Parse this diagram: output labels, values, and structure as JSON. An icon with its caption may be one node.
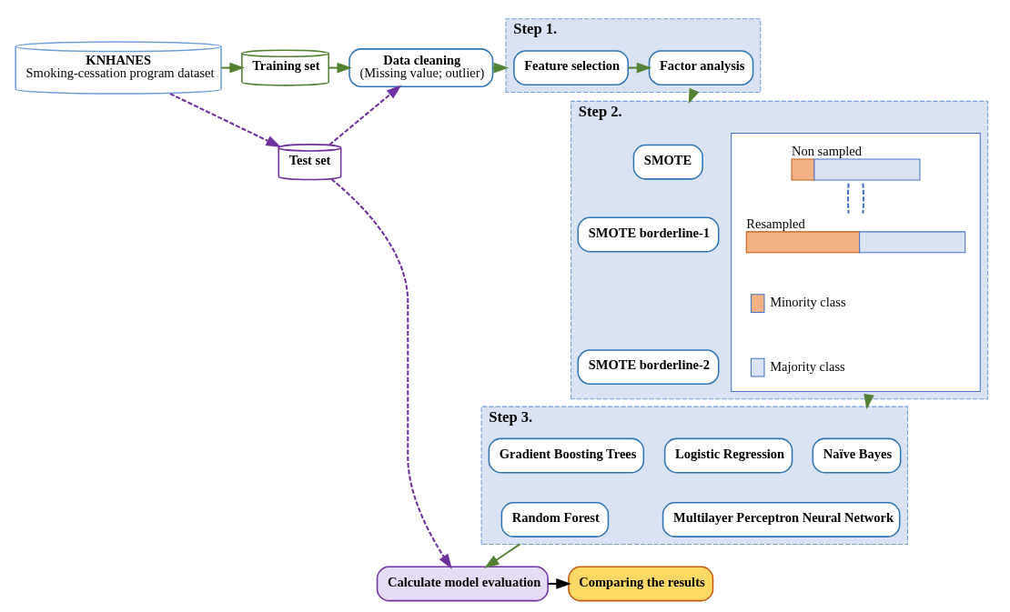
{
  "diagram": {
    "nodes": [
      {
        "text": [
          "KNHANES",
          "Smoking-cessation program dataset"
        ]
      },
      {
        "text": [
          "Training set"
        ]
      },
      {
        "text": [
          "Test set"
        ]
      },
      {
        "text": [
          "Data cleaning",
          "(Missing value; outlier)"
        ]
      },
      {
        "text": [
          "Step 1."
        ]
      },
      {
        "text": [
          "Feature selection"
        ],
        "in": 4
      },
      {
        "text": [
          "Factor analysis"
        ],
        "in": 4
      },
      {
        "text": [
          "Step 2."
        ]
      },
      {
        "text": [
          "SMOTE"
        ],
        "in": 7
      },
      {
        "text": [
          "SMOTE borderline-1"
        ],
        "in": 7
      },
      {
        "text": [
          "SMOTE borderline-2"
        ],
        "in": 7
      },
      {
        "text": [],
        "shape": "box",
        "in": 7
      },
      {
        "text": [],
        "shape": "bar",
        "in": 11,
        "beside": [
          "Non sampled"
        ]
      },
      {
        "text": [],
        "shape": "bar",
        "in": 11,
        "beside": [
          "Resampled"
        ]
      },
      {
        "text": [
          "Step 3."
        ]
      },
      {
        "text": [
          "Naïve Bayes"
        ],
        "in": 14
      },
      {
        "text": [
          "Logistic Regression"
        ],
        "in": 14
      },
      {
        "text": [
          "Gradient Boosting Trees"
        ],
        "in": 14
      },
      {
        "text": [
          "Multilayer Perceptron Neural Network"
        ],
        "in": 14
      },
      {
        "text": [
          "Random Forest"
        ],
        "in": 14
      },
      {
        "text": [
          "Calculate model evaluation"
        ]
      },
      {
        "text": [
          "Comparing the results"
        ]
      }
    ],
    "edges": [
      {
        "from": 0,
        "to": 1,
        "arrow": "to"
      },
      {
        "from": 0,
        "to": 2,
        "arrow": "to",
        "style": "dashed",
        "color": "#7030a0"
      },
      {
        "from": 1,
        "to": 3,
        "arrow": "to"
      },
      {
        "from": 2,
        "to": 3,
        "arrow": "to",
        "style": "dashed",
        "color": "#7030a0"
      },
      {
        "from": 3,
        "to": 4,
        "arrow": "to"
      },
      {
        "from": 5,
        "to": 6,
        "arrow": "to"
      },
      {
        "from": 4,
        "to": 7,
        "arrow": "to"
      },
      {
        "from": 12,
        "to": 13,
        "arrow": "none",
        "style": "dashed",
        "color": "#4472c4"
      },
      {
        "from": 12,
        "to": 13,
        "arrow": "none",
        "style": "dashed",
        "color": "#4472c4"
      },
      {
        "from": 7,
        "to": 14,
        "arrow": "to"
      },
      {
        "from": 14,
        "to": 20,
        "arrow": "to"
      },
      {
        "from": 2,
        "to": 20,
        "arrow": "to",
        "style": "dashed",
        "color": "#7030a0"
      },
      {
        "from": 20,
        "to": 21,
        "arrow": "to",
        "color": "#000000"
      }
    ],
    "legend": [
      {
        "text": "Minority class",
        "color": "#f4b183"
      },
      {
        "text": "Majority class",
        "color": "#dae3f3"
      }
    ]
  }
}
